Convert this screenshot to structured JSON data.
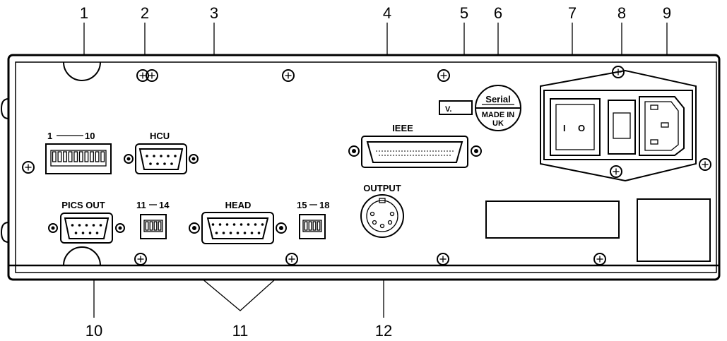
{
  "callouts": [
    "1",
    "2",
    "3",
    "4",
    "5",
    "6",
    "7",
    "8",
    "9",
    "10",
    "11",
    "12"
  ],
  "labels": {
    "dip1": "1",
    "dip10": "10",
    "hcu": "HCU",
    "ieee": "IEEE",
    "output": "OUTPUT",
    "pics_out": "PICS OUT",
    "head": "HEAD",
    "dip11": "11",
    "dip14": "14",
    "dip15": "15",
    "dip18": "18",
    "voltage": "V.",
    "serial": "Serial",
    "made_in": "MADE IN",
    "uk": "UK",
    "switch_on": "I",
    "switch_off": "O"
  }
}
